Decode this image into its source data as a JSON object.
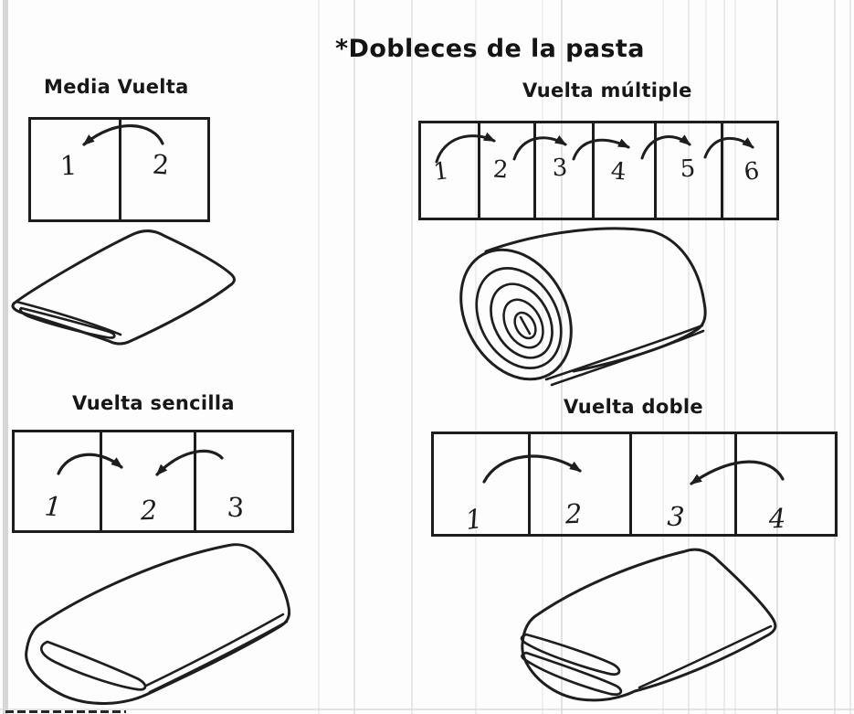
{
  "page": {
    "title": "*Dobleces de la pasta",
    "ink_color": "#1d1d1d",
    "paper_color": "#fdfdfd",
    "scan_line_color": "#d4d4d4"
  },
  "folds": [
    {
      "name": "Media Vuelta",
      "segments": [
        "1",
        "2"
      ],
      "arrows": [
        {
          "from": "2",
          "to": "1",
          "direction": "left"
        }
      ],
      "illustration": "dough-folded-in-half"
    },
    {
      "name": "Vuelta múltiple",
      "segments": [
        "1",
        "2",
        "3",
        "4",
        "5",
        "6"
      ],
      "arrows": [
        {
          "from": "1",
          "to": "2",
          "direction": "right"
        },
        {
          "from": "2",
          "to": "3",
          "direction": "right"
        },
        {
          "from": "3",
          "to": "4",
          "direction": "right"
        },
        {
          "from": "4",
          "to": "5",
          "direction": "right"
        },
        {
          "from": "5",
          "to": "6",
          "direction": "right"
        }
      ],
      "illustration": "dough-rolled-up"
    },
    {
      "name": "Vuelta sencilla",
      "segments": [
        "1",
        "2",
        "3"
      ],
      "arrows": [
        {
          "from": "1",
          "to": "2",
          "direction": "right"
        },
        {
          "from": "3",
          "to": "2",
          "direction": "left"
        }
      ],
      "illustration": "dough-trifold"
    },
    {
      "name": "Vuelta doble",
      "segments": [
        "1",
        "2",
        "3",
        "4"
      ],
      "arrows": [
        {
          "from": "1",
          "to": "2",
          "direction": "right"
        },
        {
          "from": "4",
          "to": "3",
          "direction": "left"
        }
      ],
      "illustration": "dough-double-fold"
    }
  ]
}
